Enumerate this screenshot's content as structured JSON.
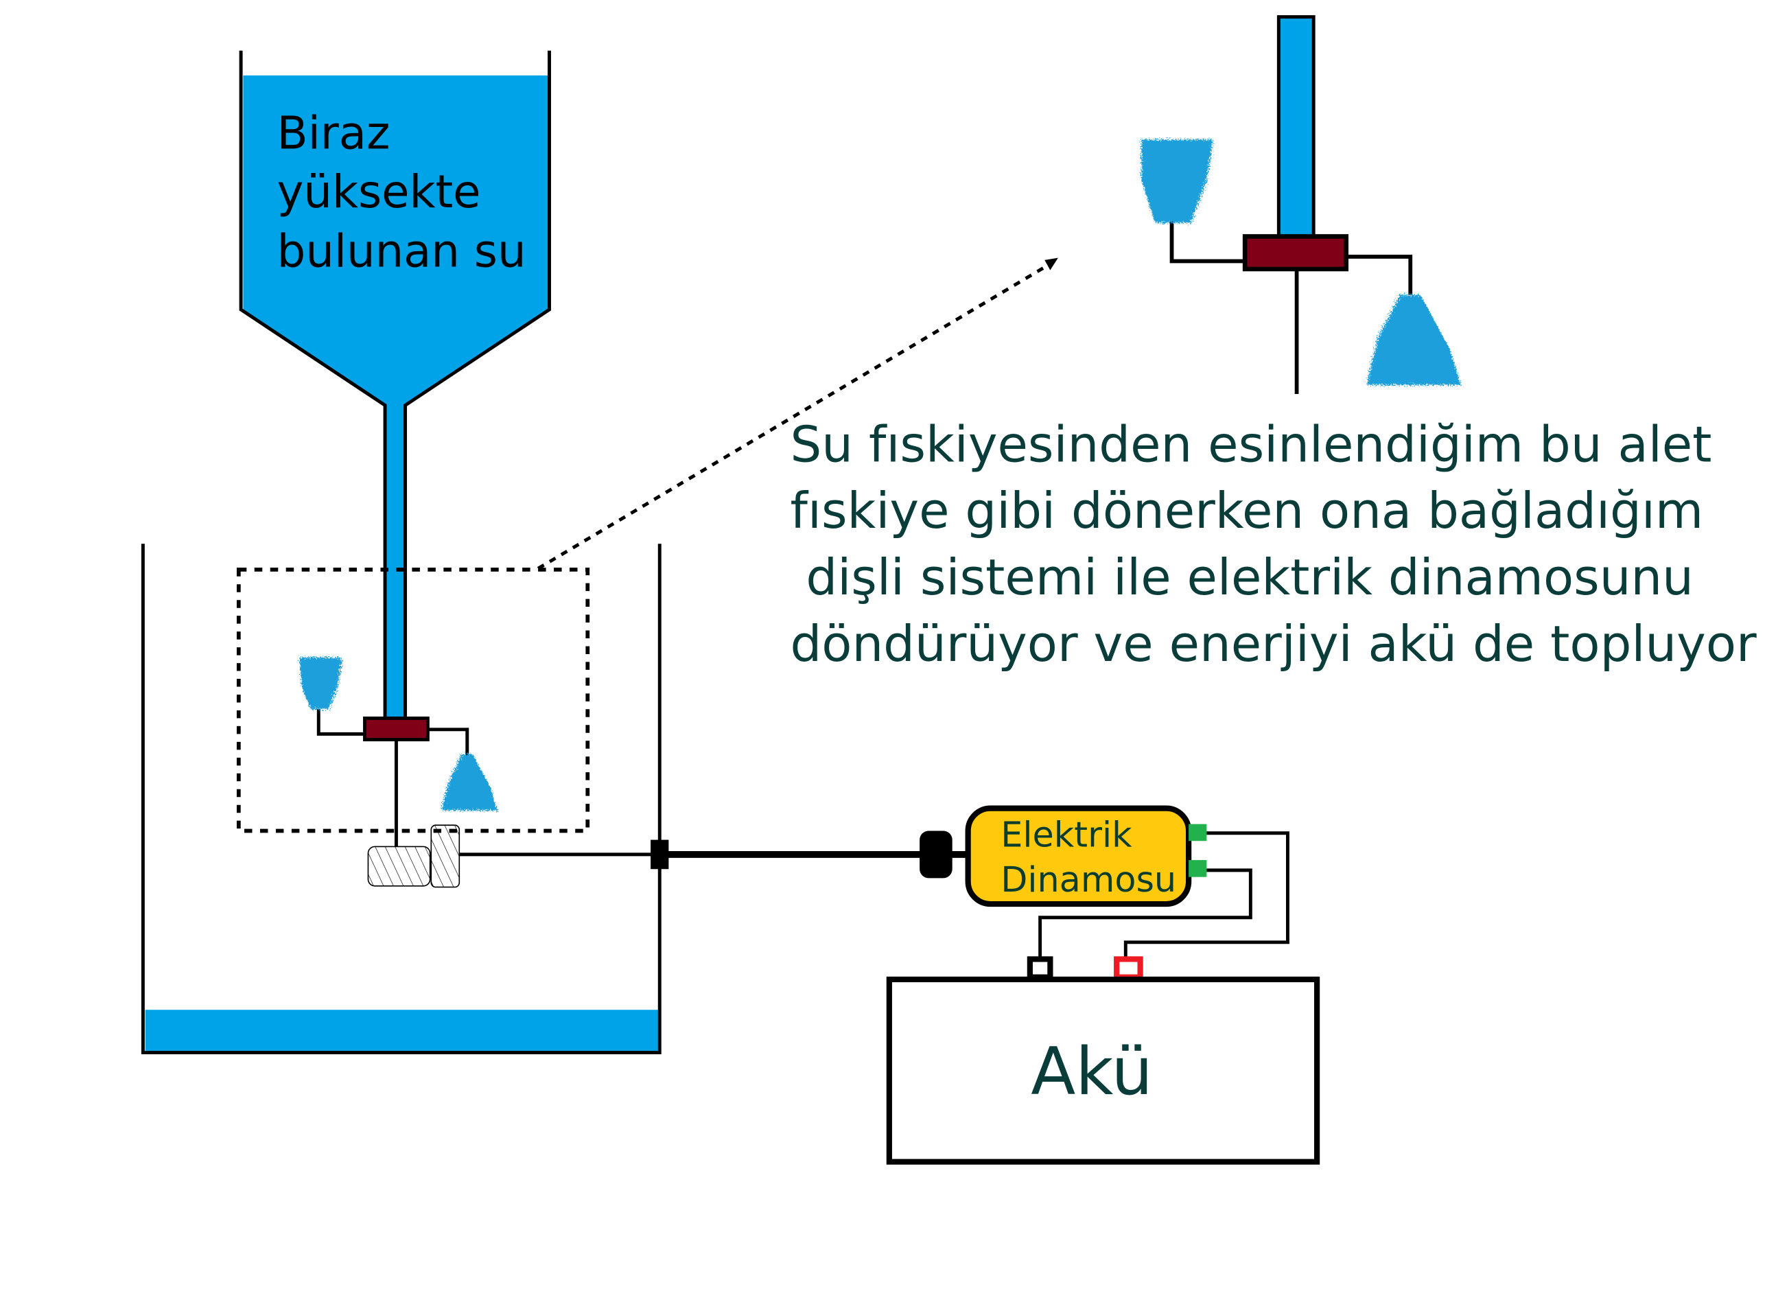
{
  "upper_tank": {
    "lines": [
      "Biraz",
      "yüksekte",
      "bulunan su"
    ]
  },
  "description": {
    "lines": [
      "Su fıskiyesinden esinlendiğim bu alet",
      "fıskiye gibi dönerken ona bağladığım",
      " dişli sistemi ile elektrik dinamosunu",
      "döndürüyor ve enerjiyi akü de topluyor"
    ]
  },
  "dynamo": {
    "line1": "Elektrik",
    "line2": "Dinamosu"
  },
  "battery": {
    "label": "Akü"
  },
  "colors": {
    "water": "#00A2E8",
    "connector": "#800018",
    "dynamo": "#FFC90E",
    "terminal_green": "#22B14C",
    "terminal_red": "#ED1C24",
    "text_dark": "#0A3D3A"
  }
}
